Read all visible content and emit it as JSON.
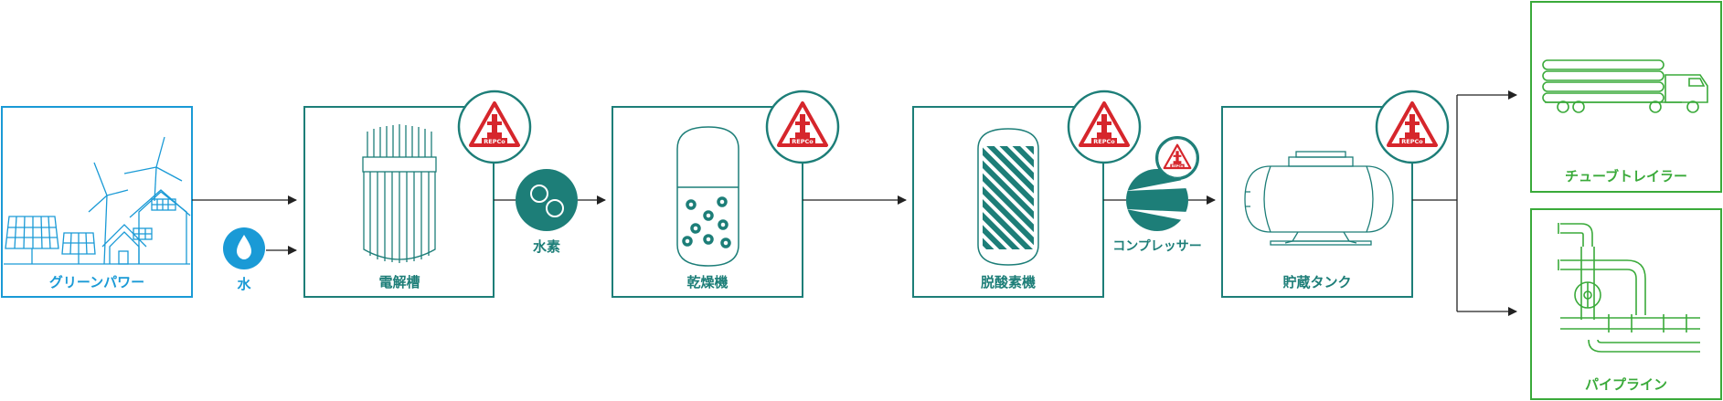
{
  "colors": {
    "accent": "#1d7e78",
    "water_blue": "#1a9ad6",
    "output_green": "#3aaa3a",
    "arrow": "#222222",
    "logo_red": "#d6262c"
  },
  "stages": {
    "green_power": {
      "label": "グリーンパワー",
      "icon": "solar-wind-house-icon"
    },
    "water": {
      "label": "水",
      "icon": "water-drop-icon"
    },
    "electrolyzer": {
      "label": "電解槽",
      "icon": "electrolyzer-stack-icon"
    },
    "hydrogen": {
      "label": "水素",
      "icon": "hydrogen-molecule-icon"
    },
    "dryer": {
      "label": "乾燥機",
      "icon": "dryer-vessel-icon"
    },
    "deoxidizer": {
      "label": "脱酸素機",
      "icon": "deoxidizer-vessel-icon"
    },
    "compressor": {
      "label": "コンプレッサー",
      "icon": "compressor-icon"
    },
    "storage_tank": {
      "label": "貯蔵タンク",
      "icon": "storage-tank-icon"
    },
    "tube_trailer": {
      "label": "チューブトレイラー",
      "icon": "tube-trailer-icon"
    },
    "pipeline": {
      "label": "パイプライン",
      "icon": "pipeline-icon"
    }
  },
  "logo": {
    "text": "REPCo"
  }
}
